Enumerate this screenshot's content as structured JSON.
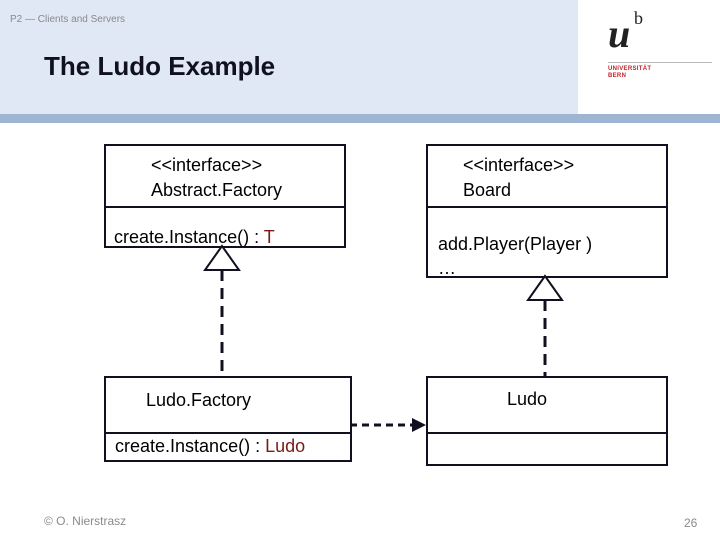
{
  "header": {
    "course": "P2 — Clients and Servers",
    "title": "The Ludo Example"
  },
  "logo": {
    "u": "u",
    "b": "b",
    "line1": "UNIVERSITÄT",
    "line2": "BERN"
  },
  "diagram": {
    "abstract_factory": {
      "stereotype": "<<interface>>",
      "name": "Abstract.Factory",
      "method_prefix": "create.Instance() : ",
      "method_type": "T"
    },
    "board": {
      "stereotype": "<<interface>>",
      "name": "Board",
      "method": "add.Player(Player )",
      "ellipsis": "…"
    },
    "ludo_factory": {
      "name": "Ludo.Factory",
      "method_prefix": "create.Instance() : ",
      "method_type": "Ludo"
    },
    "ludo": {
      "name": "Ludo"
    }
  },
  "footer": {
    "copyright": "© O. Nierstrasz",
    "page": "26"
  },
  "colors": {
    "header_bg": "#dfe8f4",
    "header_line": "#9fb6d2",
    "box_border": "#101020",
    "type_text": "#7a1a14",
    "logo_red": "#c0242c"
  }
}
